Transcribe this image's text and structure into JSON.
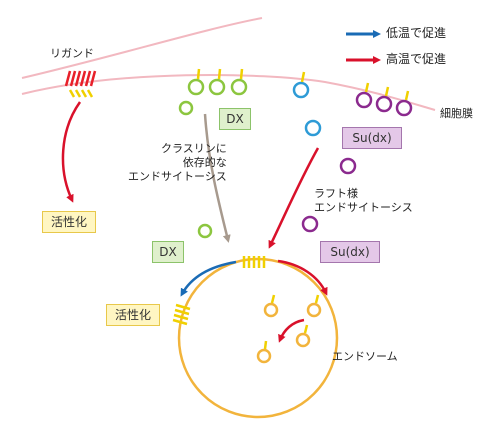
{
  "legend": {
    "blue_label": "低温で促進",
    "red_label": "高温で促進"
  },
  "labels": {
    "ligand": "リガンド",
    "cell_membrane": "細胞膜",
    "clathrin": "クラスリンに\n依存的な\nエンドサイトーシス",
    "raft": "ラフト様\nエンドサイトーシス",
    "endosome": "エンドソーム"
  },
  "boxes": {
    "activation_top": "活性化",
    "activation_bottom": "活性化",
    "dx_top": "DX",
    "dx_bottom": "DX",
    "su_top": "Su(dx)",
    "su_bottom": "Su(dx)"
  },
  "colors": {
    "blue_arrow": "#1a6bb5",
    "red_arrow": "#d9112b",
    "membrane": "#f2b8c0",
    "endosome": "#f2b43c",
    "dx_circle": "#8cc63f",
    "su_circle": "#8b2a8e",
    "ligand_bars": "#e8202a",
    "receptor": "#f0d000",
    "gray_arrow": "#a79a8e"
  }
}
